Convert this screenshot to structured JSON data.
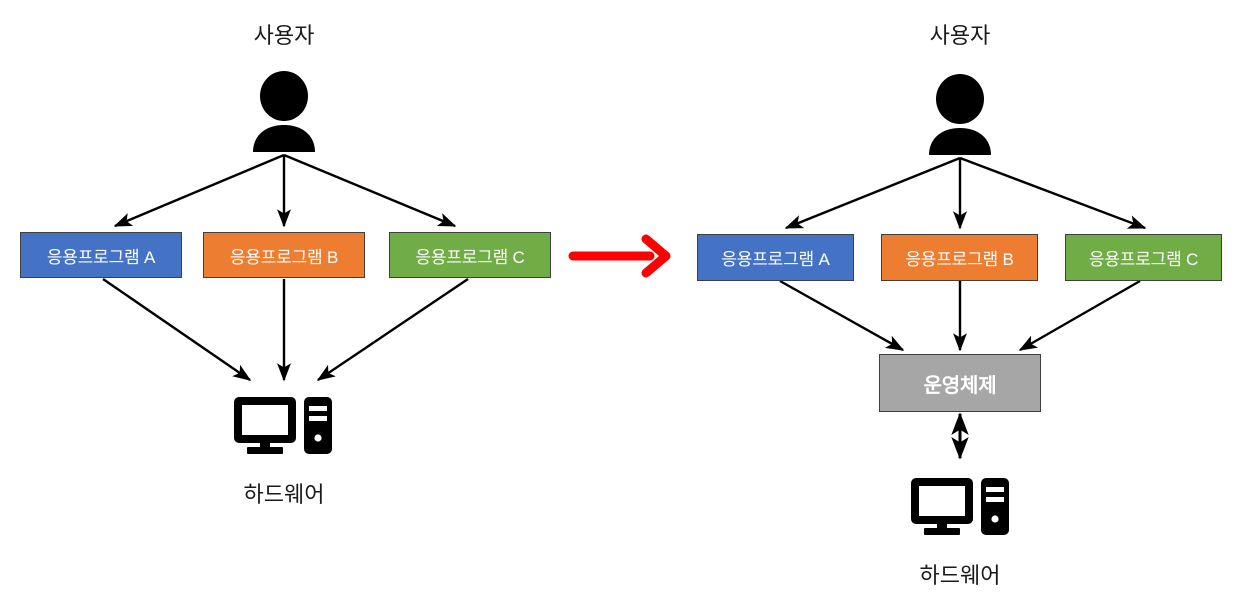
{
  "diagram": {
    "title": "",
    "type": "comparison-diagram",
    "colors": {
      "app_a": "#4472C4",
      "app_b": "#ED7D31",
      "app_c": "#70AD47",
      "os": "#A6A6A6",
      "arrow": "#000000",
      "transition_arrow": "#FF0000",
      "text_dark": "#1a1a1a",
      "text_light": "#ffffff",
      "background": "#ffffff"
    },
    "left": {
      "name": "without-operating-system",
      "user_label": "사용자",
      "apps": [
        {
          "label": "응용프로그램 A",
          "color": "#4472C4"
        },
        {
          "label": "응용프로그램 B",
          "color": "#ED7D31"
        },
        {
          "label": "응용프로그램 C",
          "color": "#70AD47"
        }
      ],
      "hardware_label": "하드웨어"
    },
    "right": {
      "name": "with-operating-system",
      "user_label": "사용자",
      "apps": [
        {
          "label": "응용프로그램 A",
          "color": "#4472C4"
        },
        {
          "label": "응용프로그램 B",
          "color": "#ED7D31"
        },
        {
          "label": "응용프로그램 C",
          "color": "#70AD47"
        }
      ],
      "os_label": "운영체제",
      "hardware_label": "하드웨어"
    },
    "transition": {
      "icon": "red-right-arrow",
      "color": "#FF0000"
    }
  }
}
